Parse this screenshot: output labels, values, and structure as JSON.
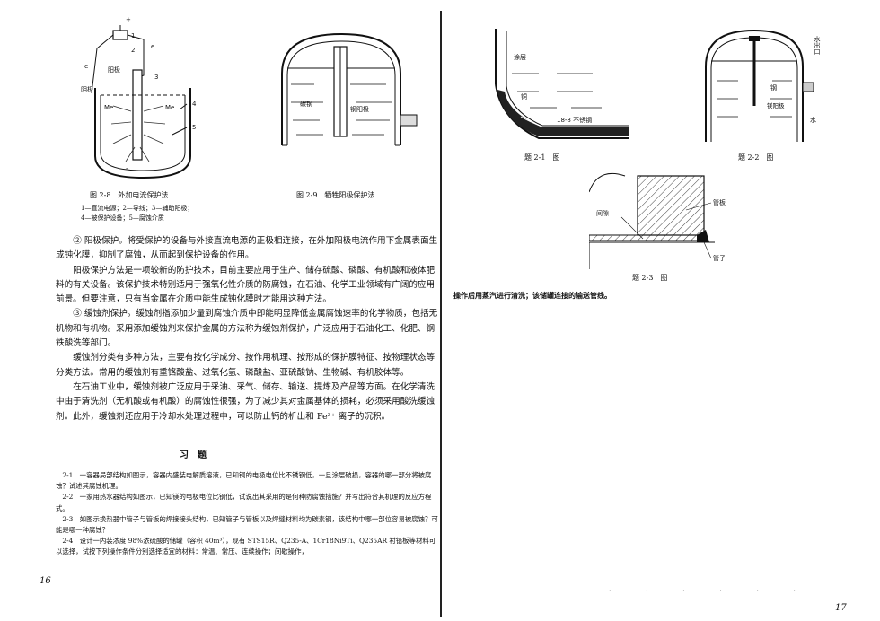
{
  "left_page": {
    "fig28": {
      "labels": {
        "n1": "1",
        "n2": "2",
        "n3": "3",
        "n4": "4",
        "n5": "5",
        "anode": "阳极",
        "cathode": "阴极",
        "e1": "e",
        "e2": "e",
        "me1": "Me",
        "me2": "Me",
        "plus": "+",
        "minus": "-"
      },
      "caption": "图 2-8　外加电流保护法",
      "legend1": "1—直流电源；2—导线；3—辅助阳极；",
      "legend2": "4—被保护设备；5—腐蚀介质"
    },
    "fig29": {
      "labels": {
        "carbon_steel": "碳钢",
        "steel_anode": "钢阳极"
      },
      "caption": "图 2-9　牺牲阳极保护法"
    },
    "paragraphs": [
      "② 阳极保护。将受保护的设备与外接直流电源的正极相连接，在外加阳极电流作用下金属表面生成钝化膜，抑制了腐蚀，从而起到保护设备的作用。",
      "阳极保护方法是一项较新的防护技术，目前主要应用于生产、储存硫酸、磷酸、有机酸和液体肥料的有关设备。该保护技术特别适用于强氧化性介质的防腐蚀，在石油、化学工业领域有广阔的应用前景。但要注意，只有当金属在介质中能生成钝化膜时才能用这种方法。",
      "③ 缓蚀剂保护。缓蚀剂指添加少量到腐蚀介质中即能明显降低金属腐蚀速率的化学物质，包括无机物和有机物。采用添加缓蚀剂来保护金属的方法称为缓蚀剂保护，广泛应用于石油化工、化肥、钢铁酸洗等部门。",
      "缓蚀剂分类有多种方法，主要有按化学成分、按作用机理、按形成的保护膜特征、按物理状态等分类方法。常用的缓蚀剂有重铬酸盐、过氧化氢、磷酸盐、亚硫酸钠、生物碱、有机胶体等。",
      "在石油工业中，缓蚀剂被广泛应用于采油、采气、储存、输送、提炼及产品等方面。在化学清洗中由于清洗剂（无机酸或有机酸）的腐蚀性很强，为了减少其对金属基体的损耗，必须采用酸洗缓蚀剂。此外，缓蚀剂还应用于冷却水处理过程中，可以防止钙的析出和 Fe³⁺ 离子的沉积。"
    ],
    "exercise_title": "习题",
    "exercises": [
      "2-1　一容器局部结构如图示，容器内盛装电解质溶液，已知铜的电极电位比不锈钢低，一旦涂层破损，容器的哪一部分将被腐蚀？试述其腐蚀机理。",
      "2-2　一家用热水器结构如图示，已知镁的电极电位比钢低，试说出其采用的是何种防腐蚀措施？并写出符合其机理的反应方程式。",
      "2-3　如图示换热器中管子与管板的焊接接头结构，已知管子与管板以及焊缝材料均为碳素钢，该结构中哪一部位容易被腐蚀？可能是哪一种腐蚀？",
      "2-4　设计一内装浓度 98%浓硫酸的储罐（容积 40m³），现有 STS15R、Q235-A、1Cr18Ni9Ti、Q235AR 衬铅板等材料可以选择，试按下列操作条件分别选择适宜的材料：常温、常压、连续操作；间歇操作，"
    ],
    "page_number": "16"
  },
  "right_page": {
    "fig21": {
      "labels": {
        "coating": "涂层",
        "copper": "铜",
        "steel": "18-8 不锈钢"
      },
      "caption": "题 2-1　图"
    },
    "fig22": {
      "labels": {
        "steel": "钢",
        "mg_anode": "镁阳极",
        "water_out": "水出口",
        "water": "水"
      },
      "caption": "题 2-2　图"
    },
    "fig23": {
      "labels": {
        "tube_sheet": "管板",
        "gap": "间隙",
        "tube": "管子"
      },
      "caption": "题 2-3　图"
    },
    "continued_text": "操作后用蒸汽进行清洗；该储罐连接的输送管线。",
    "page_number": "17"
  }
}
